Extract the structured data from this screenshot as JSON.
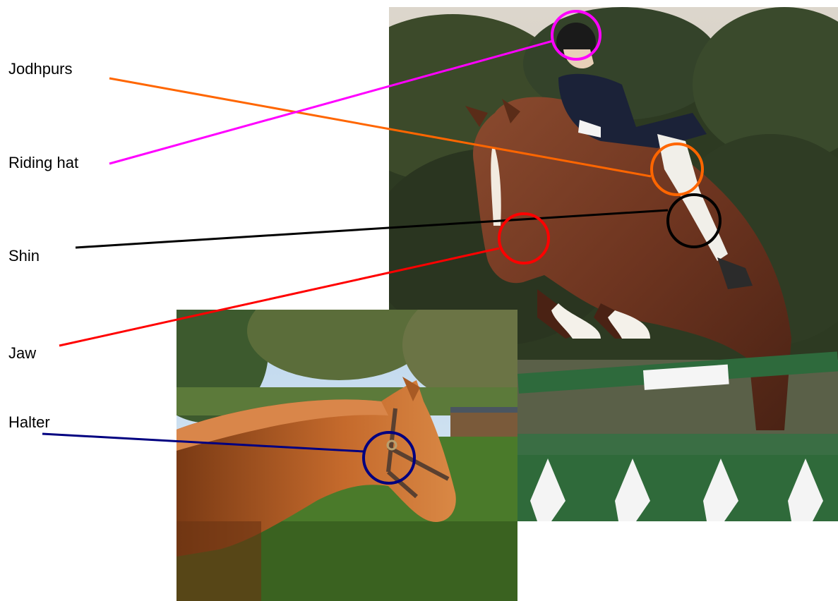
{
  "labels": {
    "jodhpurs": "Jodhpurs",
    "riding_hat": "Riding hat",
    "shin": "Shin",
    "jaw": "Jaw",
    "halter": "Halter"
  },
  "colors": {
    "jodhpurs": "#ff6600",
    "riding_hat": "#ff00ff",
    "shin": "#000000",
    "jaw": "#ff0000",
    "halter": "#000080"
  },
  "images": {
    "jumping": "horse-and-rider-jumping-photo",
    "halter": "chestnut-horse-wearing-halter-photo"
  }
}
